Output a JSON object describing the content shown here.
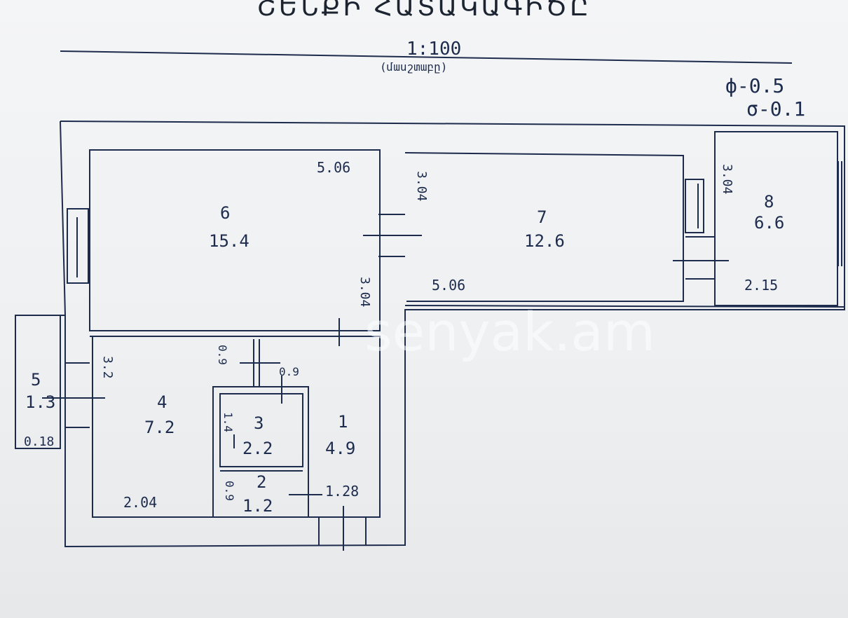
{
  "header": {
    "title": "ՇԵՆՔԻ ՀԱՏԱԿԱԳԻԾԸ",
    "scale": "1:100",
    "scale_caption": "(մասշտաբը)",
    "note_line1": "ф-0.5",
    "note_line2": "σ-0.1"
  },
  "rooms": [
    {
      "num": "6",
      "area": "15.4"
    },
    {
      "num": "7",
      "area": "12.6"
    },
    {
      "num": "8",
      "area": "6.6"
    },
    {
      "num": "5",
      "area": "1.3"
    },
    {
      "num": "4",
      "area": "7.2"
    },
    {
      "num": "3",
      "area": "2.2"
    },
    {
      "num": "1",
      "area": "4.9"
    },
    {
      "num": "2",
      "area": "1.2"
    }
  ],
  "dims": {
    "room6_width": "5.06",
    "room7_width": "5.06",
    "room8_width": "2.15",
    "room6_height": "3.04",
    "room7_height": "3.04",
    "room8_height": "3.04",
    "room4_width": "2.04",
    "room4_height": "3.2",
    "room1_width": "1.28",
    "room5_depth": "0.18",
    "small_a": "0.9",
    "small_b": "0.9",
    "small_c": "1.4",
    "small_d": "0.9"
  },
  "watermark": "senyak.am",
  "colors": {
    "ink": "#1d2b4d",
    "paper": "#eef0f2",
    "watermark": "#ffffff"
  }
}
